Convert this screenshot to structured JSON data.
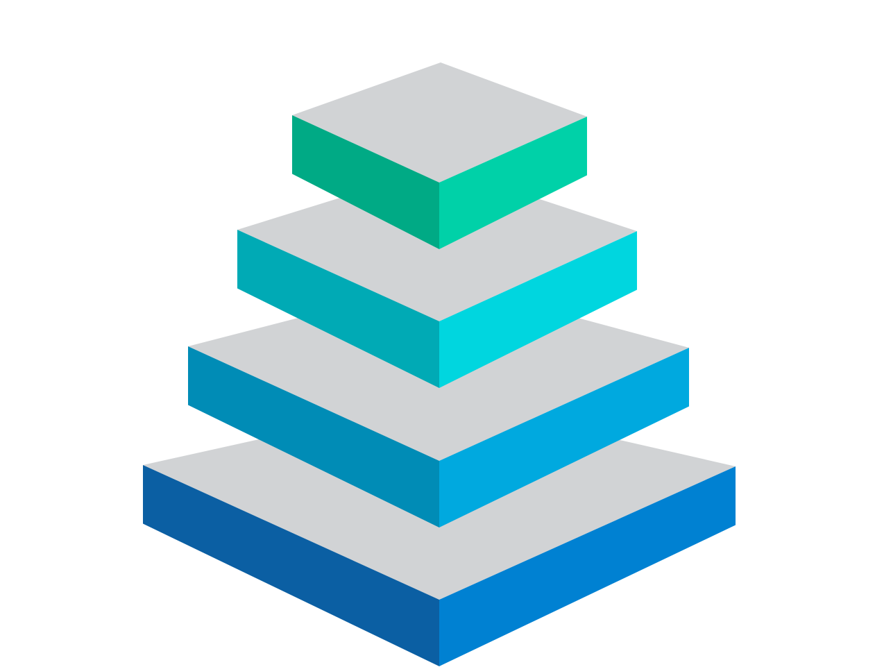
{
  "diagram": {
    "type": "stacked-isometric-pyramid",
    "layer_count": 4,
    "top_face_color": "#d1d3d5",
    "layers": [
      {
        "level": 1,
        "position": "bottom",
        "left_face_color": "#0b5fa3",
        "right_face_color": "#0081d2"
      },
      {
        "level": 2,
        "position": "lower-middle",
        "left_face_color": "#008cb6",
        "right_face_color": "#00a9df"
      },
      {
        "level": 3,
        "position": "upper-middle",
        "left_face_color": "#00aab5",
        "right_face_color": "#00d6df"
      },
      {
        "level": 4,
        "position": "top",
        "left_face_color": "#00aa85",
        "right_face_color": "#00d1a8"
      }
    ]
  }
}
